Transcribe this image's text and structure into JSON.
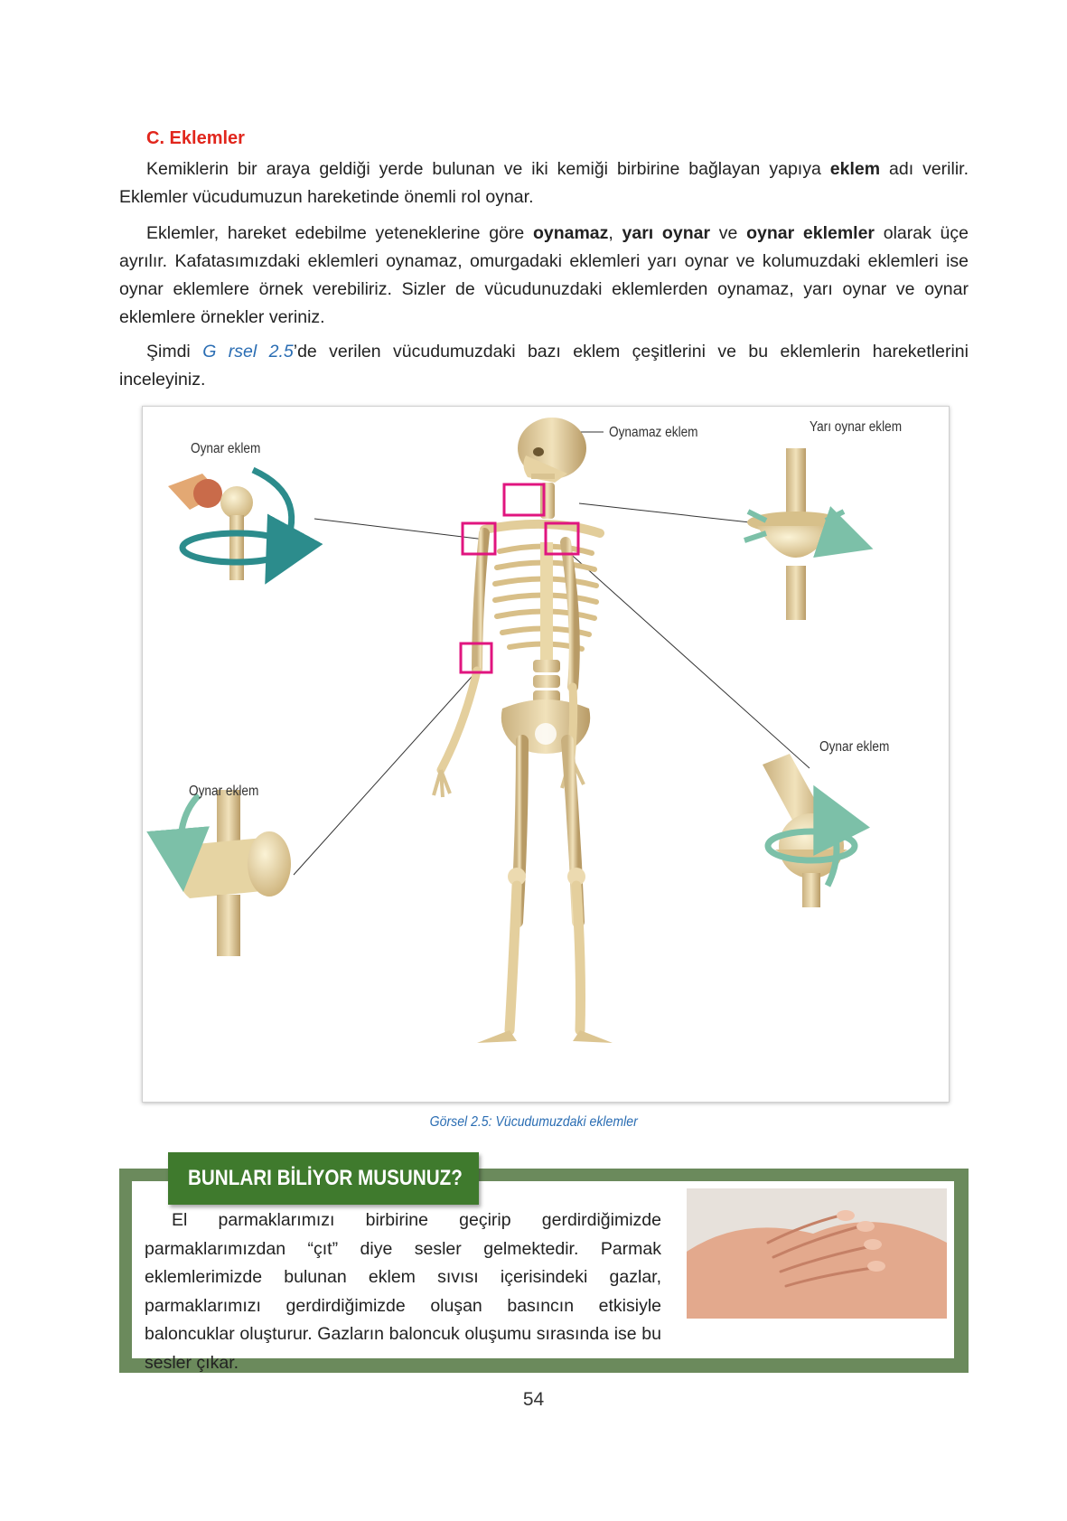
{
  "section": {
    "title": "C. Eklemler"
  },
  "paragraph1": {
    "t1": "Kemiklerin bir araya geldiği yerde bulunan ve iki kemiği birbirine bağlayan yapıya ",
    "b1": "eklem",
    "t2": " adı verilir. Eklemler vücudumuzun hareketinde önemli rol oynar."
  },
  "paragraph2": {
    "t1": "Eklemler, hareket edebilme yeteneklerine göre ",
    "b1": "oynamaz",
    "t2": ", ",
    "b2": "yarı oynar",
    "t3": " ve ",
    "b3": "oynar eklemler",
    "t4": " olarak üçe ayrılır. Kafatasımızdaki eklemleri oynamaz, omurgadaki eklemleri yarı oynar ve kolumuzdaki eklemleri ise oynar eklemlere örnek verebiliriz. Sizler de vücudunuzdaki eklemlerden oynamaz, yarı oynar ve oynar eklemlere örnekler veriniz."
  },
  "paragraph3": {
    "t1": "Şimdi ",
    "ref": "G  rsel 2.5",
    "t2": "’de verilen vücudumuzdaki bazı eklem çeşitlerini ve bu eklemlerin hareketlerini inceleyiniz."
  },
  "figure": {
    "labels": {
      "top_left": "Oynar eklem",
      "skull": "Oynamaz eklem",
      "top_right": "Yarı oynar eklem",
      "bottom_left": "Oynar eklem",
      "bottom_right": "Oynar eklem"
    },
    "caption": "Görsel 2.5: Vücudumuzdaki eklemler"
  },
  "info_box": {
    "title": "BUNLARI BİLİYOR MUSUNUZ?",
    "text": "El parmaklarımızı birbirine geçirip gerdirdiğimizde parmaklarımızdan “çıt” diye sesler gelmektedir. Parmak eklemlerimizde bulunan eklem sıvısı içerisindeki gazlar, parmaklarımızı gerdirdiğimizde oluşan basıncın etkisiyle baloncuklar oluşturur. Gazların baloncuk oluşumu sırasında ise bu sesler çıkar."
  },
  "page_number": "54",
  "colors": {
    "section_title": "#e1261c",
    "figure_ref": "#2a6db3",
    "box_border": "#6b8a5c",
    "box_title_bg": "#3f7a2d",
    "highlight": "#e0157f",
    "arrow": "#2c8c8c"
  }
}
